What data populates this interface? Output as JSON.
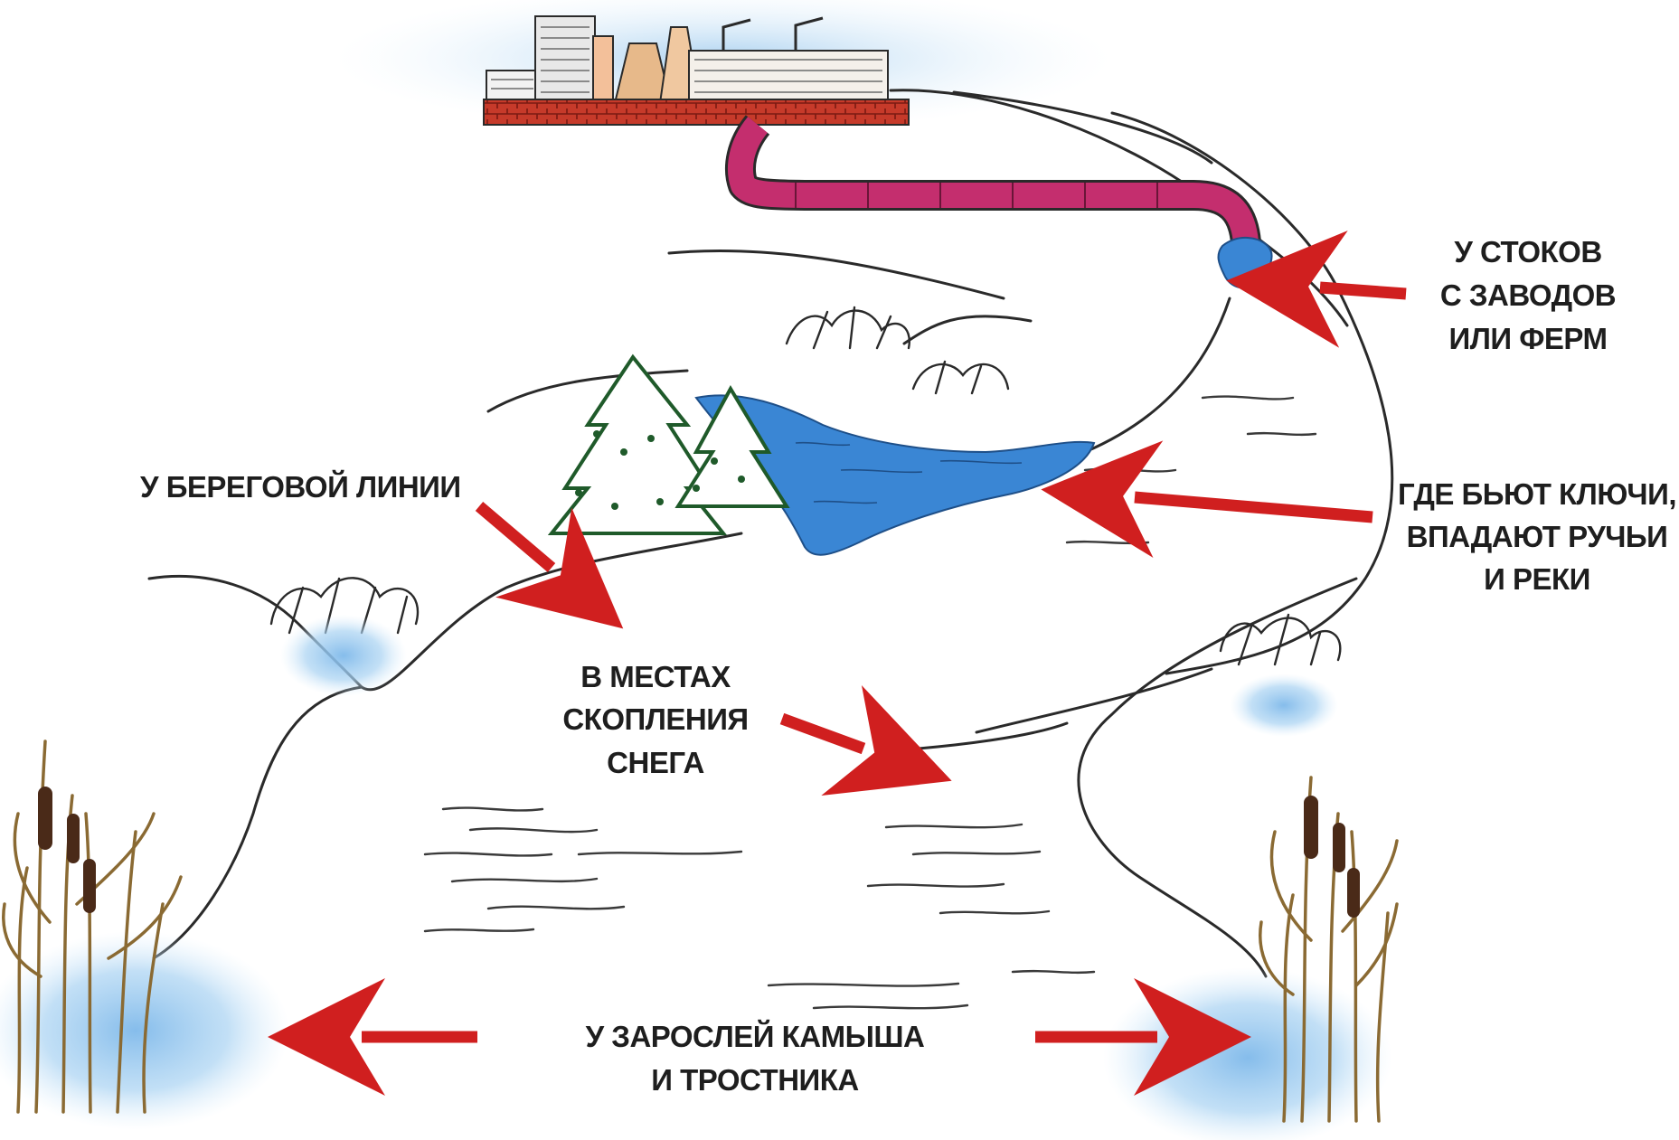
{
  "labels": {
    "drains_l1": "У СТОКОВ",
    "drains_l2": "С ЗАВОДОВ",
    "drains_l3": "ИЛИ ФЕРМ",
    "springs_l1": "ГДЕ БЬЮТ КЛЮЧИ,",
    "springs_l2": "ВПАДАЮТ РУЧЬИ",
    "springs_l3": "И РЕКИ",
    "shore_l1": "У БЕРЕГОВОЙ ЛИНИИ",
    "snow_l1": "В МЕСТАХ",
    "snow_l2": "СКОПЛЕНИЯ",
    "snow_l3": "СНЕГА",
    "reeds_l1": "У ЗАРОСЛЕЙ КАМЫША",
    "reeds_l2": "И ТРОСТНИКА"
  },
  "colors": {
    "arrow": "#d01f1f",
    "water": "#3a86d4",
    "ice_glow": "#a8d2f2",
    "pipe": "#c42e6e",
    "brick": "#c63a2a",
    "outline": "#2a2a2a",
    "reed_stalk": "#8a6a33",
    "cattail": "#4a2a18",
    "tree_green": "#1f5a2a"
  },
  "icons": [
    "factory-icon",
    "pipe-icon",
    "spruce-tree-icon",
    "bush-icon",
    "reed-icon",
    "arrow-icon"
  ]
}
